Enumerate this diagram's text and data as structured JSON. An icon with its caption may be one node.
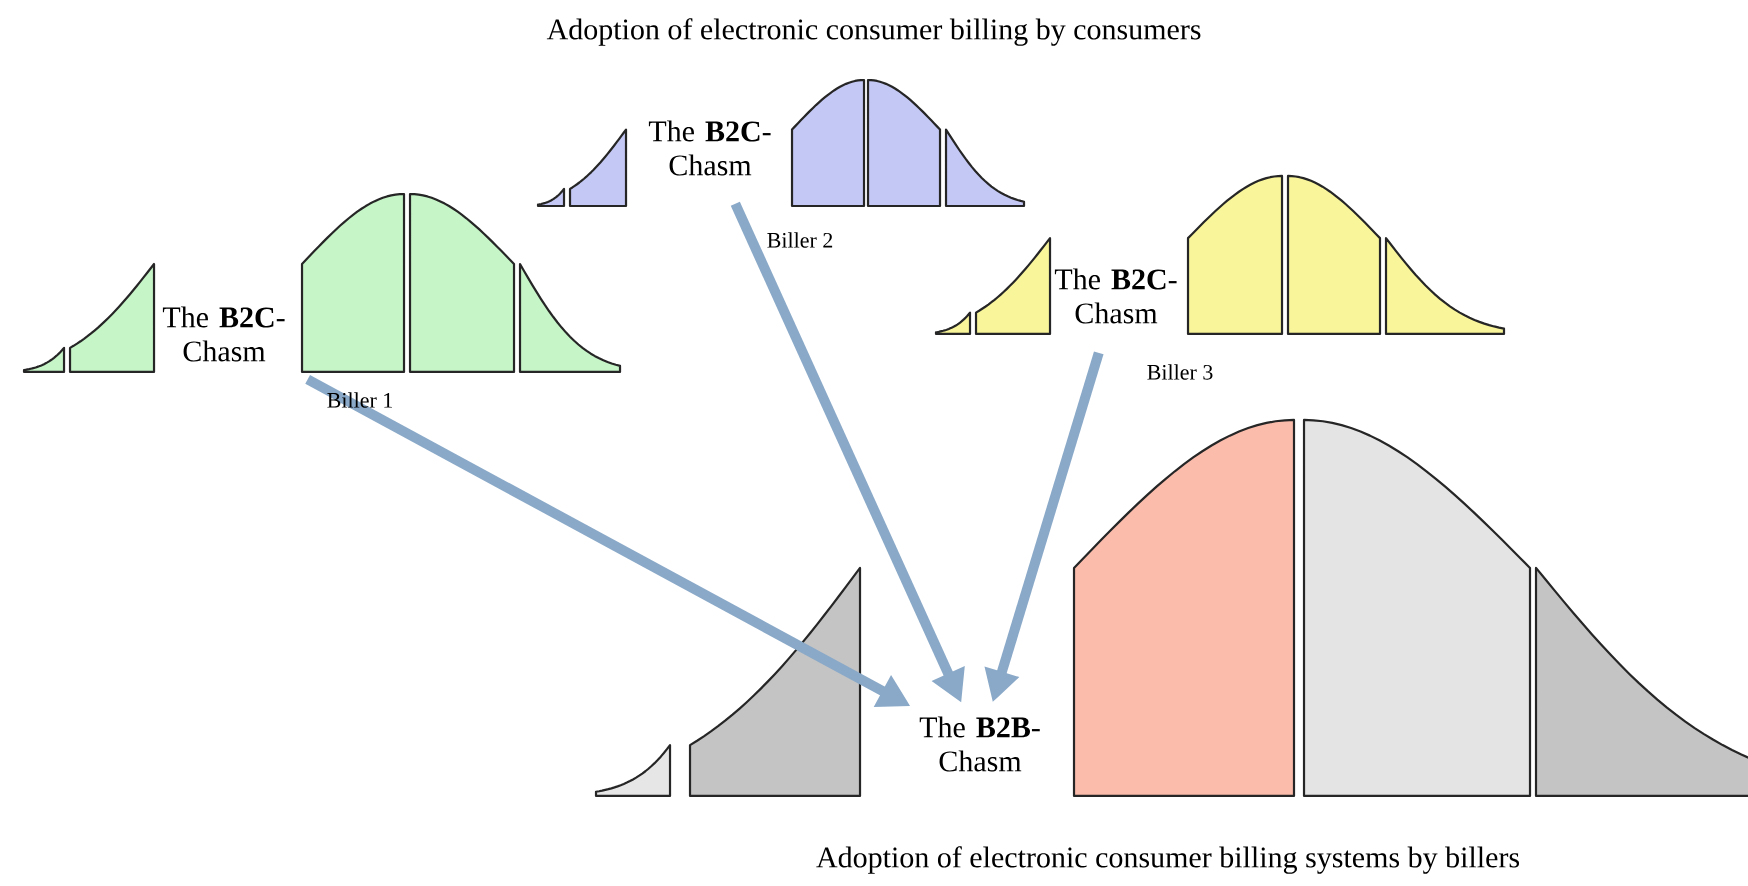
{
  "diagram": {
    "title": "Adoption of electronic consumer billing by consumers",
    "caption": "Adoption of electronic consumer billing systems by billers",
    "nodes": [
      {
        "text": [
          "The **B2C**- Chasm"
        ]
      },
      {
        "text": [
          "The **B2C**- Chasm"
        ]
      },
      {
        "text": [
          "The **B2C**- Chasm"
        ]
      },
      {
        "text": [
          "The **B2B**- Chasm"
        ]
      }
    ],
    "edges": [
      {
        "from": 0,
        "to": 3,
        "arrow": "to"
      },
      {
        "from": 1,
        "to": 3,
        "arrow": "to"
      },
      {
        "from": 2,
        "to": 3,
        "arrow": "to"
      }
    ],
    "labels": [
      "Biller 2",
      "Biller 1",
      "Biller 3"
    ]
  }
}
